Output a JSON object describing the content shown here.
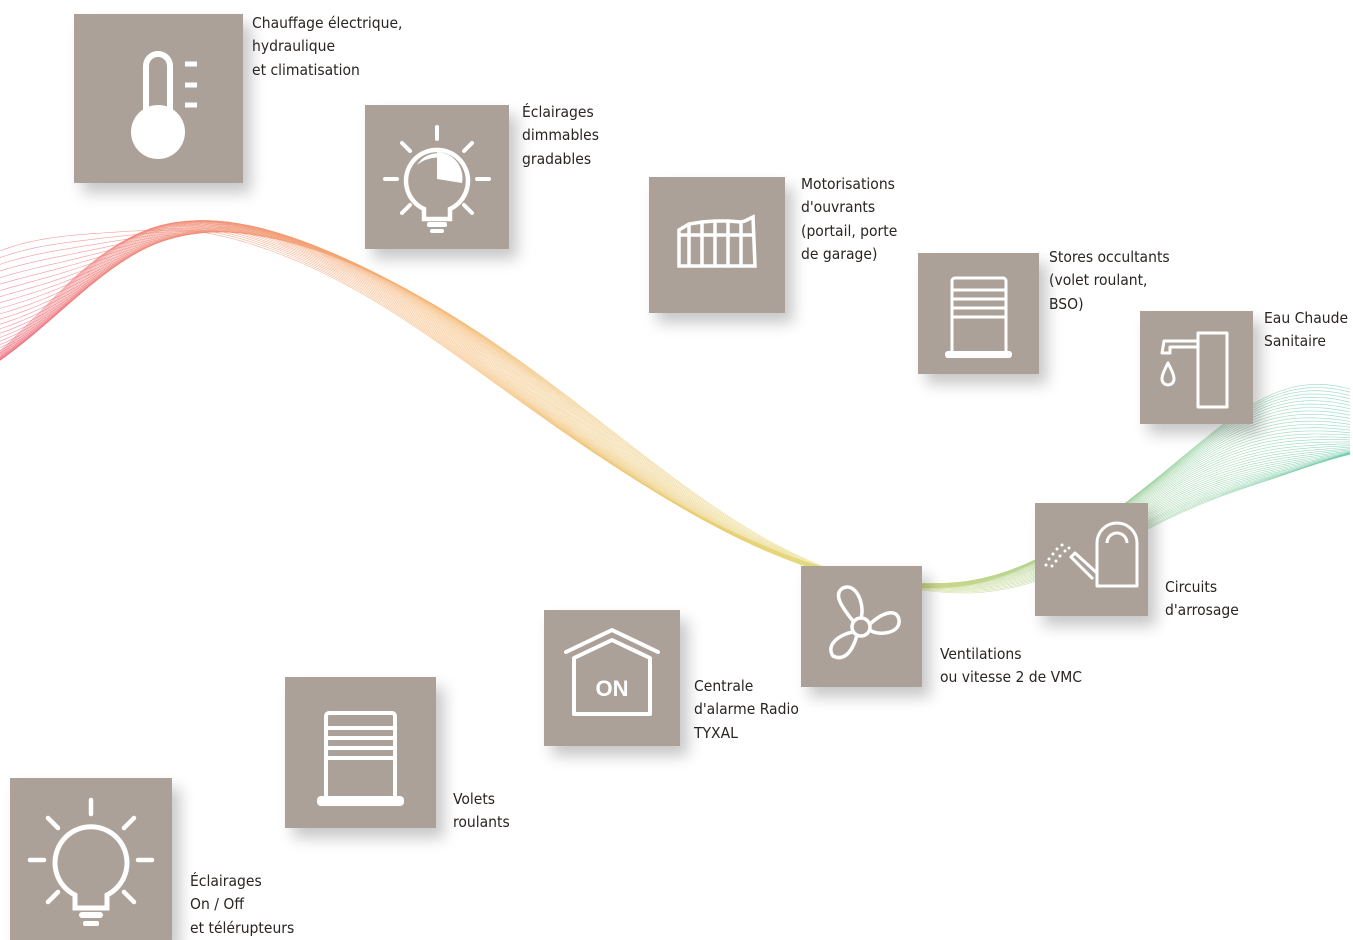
{
  "items": [
    {
      "id": "heating",
      "icon": "thermometer-icon",
      "lines": [
        "Chauffage électrique,",
        "hydraulique",
        "et climatisation"
      ]
    },
    {
      "id": "dimmable-lighting",
      "icon": "dimmable-bulb-icon",
      "lines": [
        "Éclairages",
        "dimmables",
        "gradables"
      ]
    },
    {
      "id": "openings",
      "icon": "gate-icon",
      "lines": [
        "Motorisations",
        "d'ouvrants",
        "(portail, porte",
        "de garage)"
      ]
    },
    {
      "id": "blinds",
      "icon": "blind-icon",
      "lines": [
        "Stores occultants",
        "(volet roulant,",
        "BSO)"
      ]
    },
    {
      "id": "hot-water",
      "icon": "faucet-icon",
      "lines": [
        "Eau Chaude",
        "Sanitaire"
      ]
    },
    {
      "id": "watering",
      "icon": "watering-can-icon",
      "lines": [
        "Circuits",
        "d'arrosage"
      ]
    },
    {
      "id": "ventilation",
      "icon": "fan-icon",
      "lines": [
        "Ventilations",
        "ou vitesse 2 de VMC"
      ]
    },
    {
      "id": "alarm",
      "icon": "alarm-house-icon",
      "badge": "ON",
      "lines": [
        "Centrale",
        "d'alarme Radio",
        "TYXAL"
      ]
    },
    {
      "id": "shutters",
      "icon": "shutter-icon",
      "lines": [
        "Volets",
        "roulants"
      ]
    },
    {
      "id": "onoff-lighting",
      "icon": "bulb-icon",
      "lines": [
        "Éclairages",
        "On / Off",
        "et télérupteurs"
      ]
    }
  ],
  "colors": {
    "tile": "#aca198",
    "icon": "#ffffff",
    "text": "#2a2522",
    "wave_left": "#ee6e7e",
    "wave_mid_orange": "#f5b26a",
    "wave_mid_yellow": "#e4d97a",
    "wave_right": "#6fcbb0"
  }
}
